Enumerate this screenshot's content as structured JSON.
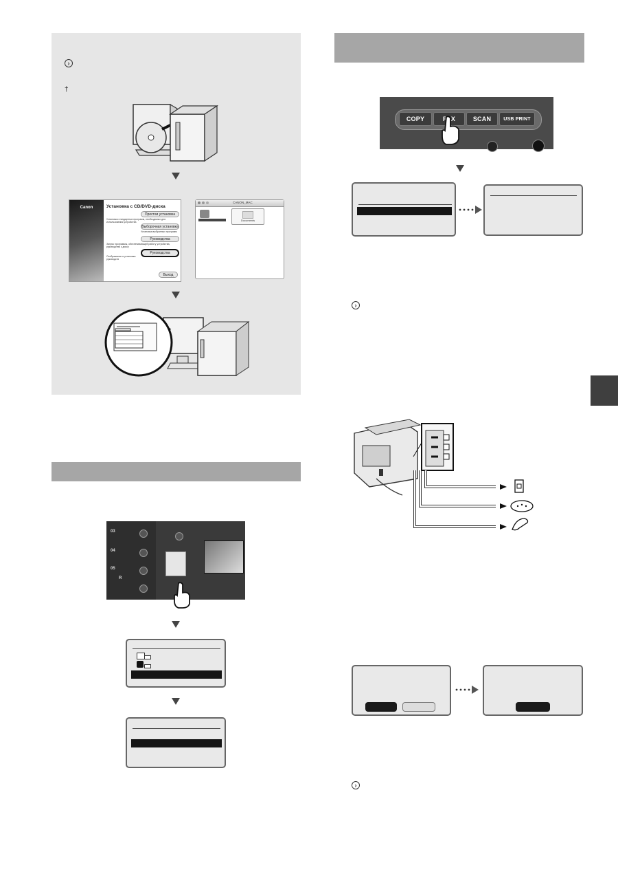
{
  "installer": {
    "brand": "Canon",
    "title": "Установка с CD/DVD-диска",
    "options": [
      {
        "label": "Простая установка",
        "desc": "Установка стандартных программ, необходимых для использования устройства"
      },
      {
        "label": "Выборочная установка",
        "desc": "Установка выбранных программ"
      },
      {
        "label": "Руководства",
        "desc": "Запуск программы, обеспечивающей работу устройства, руководства к диску"
      },
      {
        "label": "Руководства",
        "desc": "Отображение и установка руководств"
      }
    ],
    "exit_label": "Выход"
  },
  "mac_window": {
    "title": "CANON_MAC",
    "folder_label": "Documents"
  },
  "control_panel": {
    "buttons": [
      "COPY",
      "FAX",
      "SCAN",
      "USB PRINT"
    ]
  },
  "keypad": {
    "labels": [
      "03",
      "04",
      "05",
      "R"
    ]
  },
  "colors": {
    "panel_bg": "#e6e6e6",
    "bar": "#a6a6a6",
    "side_tab": "#3f3f3f"
  },
  "icons": [
    "arrow-circle-icon",
    "dagger-icon",
    "triangle-down-icon",
    "hand-pointer-icon",
    "telephone-icon",
    "wall-jack-icon"
  ]
}
